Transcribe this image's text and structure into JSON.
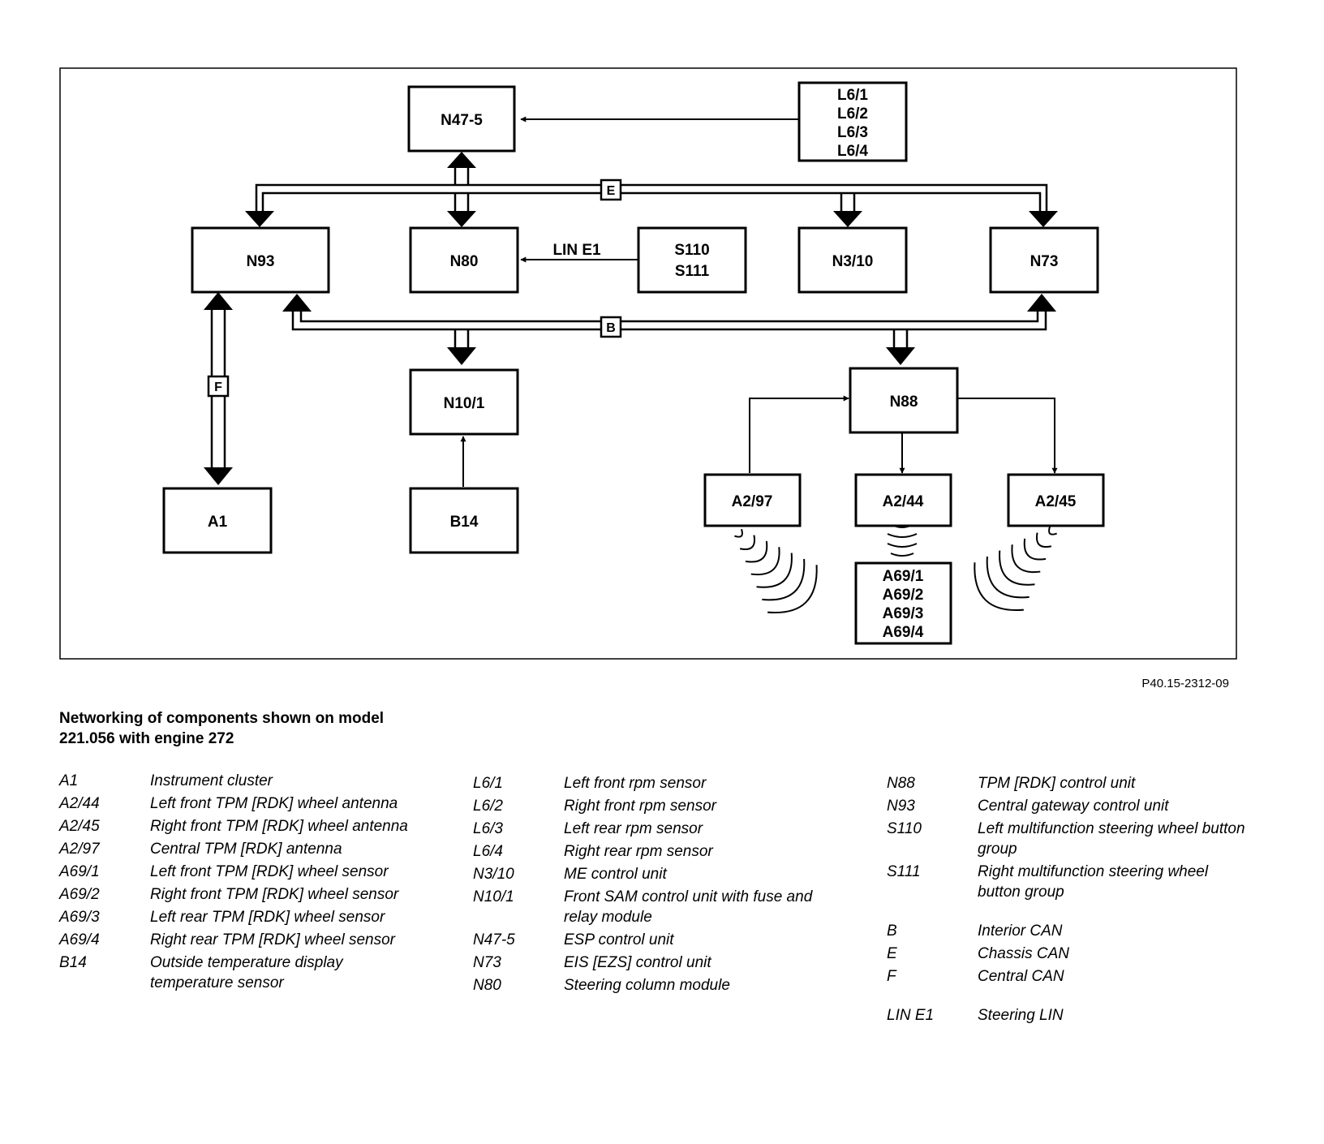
{
  "nodes": {
    "n47_5": "N47-5",
    "l6_group": [
      "L6/1",
      "L6/2",
      "L6/3",
      "L6/4"
    ],
    "n93": "N93",
    "n80": "N80",
    "s110": "S110",
    "s111": "S111",
    "n3_10": "N3/10",
    "n73": "N73",
    "n10_1": "N10/1",
    "n88": "N88",
    "a1": "A1",
    "b14": "B14",
    "a2_97": "A2/97",
    "a2_44": "A2/44",
    "a2_45": "A2/45",
    "a69_group": [
      "A69/1",
      "A69/2",
      "A69/3",
      "A69/4"
    ]
  },
  "buses": {
    "e": "E",
    "b": "B",
    "f": "F",
    "lin": "LIN E1"
  },
  "figure_ref": "P40.15-2312-09",
  "caption": "Networking of components shown on model 221.056 with engine 272",
  "legend": {
    "col1": [
      {
        "code": "A1",
        "desc": "Instrument cluster"
      },
      {
        "code": "A2/44",
        "desc": "Left front TPM [RDK] wheel antenna"
      },
      {
        "code": "A2/45",
        "desc": "Right front TPM [RDK] wheel antenna"
      },
      {
        "code": "A2/97",
        "desc": "Central TPM [RDK] antenna"
      },
      {
        "code": "A69/1",
        "desc": "Left front TPM [RDK] wheel sensor"
      },
      {
        "code": "A69/2",
        "desc": "Right front TPM [RDK] wheel sensor"
      },
      {
        "code": "A69/3",
        "desc": "Left rear TPM [RDK] wheel sensor"
      },
      {
        "code": "A69/4",
        "desc": "Right rear TPM [RDK] wheel sensor"
      },
      {
        "code": "B14",
        "desc": "Outside temperature display temperature sensor"
      }
    ],
    "col2": [
      {
        "code": "L6/1",
        "desc": "Left front rpm sensor"
      },
      {
        "code": "L6/2",
        "desc": "Right front rpm sensor"
      },
      {
        "code": "L6/3",
        "desc": "Left rear rpm sensor"
      },
      {
        "code": "L6/4",
        "desc": "Right rear rpm sensor"
      },
      {
        "code": "N3/10",
        "desc": "ME control unit"
      },
      {
        "code": "N10/1",
        "desc": "Front SAM control unit with fuse and relay module"
      },
      {
        "code": "N47-5",
        "desc": "ESP control unit"
      },
      {
        "code": "N73",
        "desc": "EIS [EZS] control unit"
      },
      {
        "code": "N80",
        "desc": "Steering column module"
      }
    ],
    "col3": [
      {
        "code": "N88",
        "desc": "TPM [RDK] control unit"
      },
      {
        "code": "N93",
        "desc": "Central gateway control unit"
      },
      {
        "code": "S110",
        "desc": "Left multifunction steering wheel button group"
      },
      {
        "code": "S111",
        "desc": "Right multifunction steering wheel button group"
      }
    ],
    "col3b": [
      {
        "code": "B",
        "desc": "Interior CAN"
      },
      {
        "code": "E",
        "desc": "Chassis CAN"
      },
      {
        "code": "F",
        "desc": "Central CAN"
      }
    ],
    "col3c": [
      {
        "code": "LIN E1",
        "desc": "Steering LIN"
      }
    ]
  }
}
